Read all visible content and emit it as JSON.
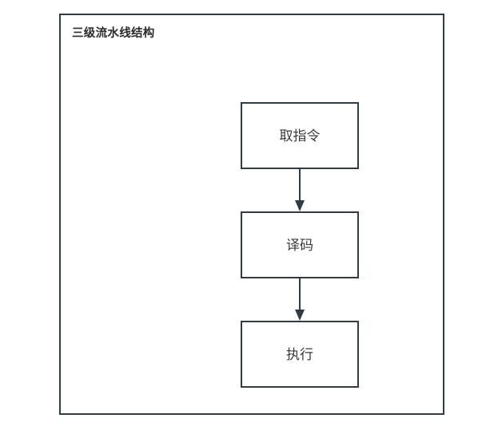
{
  "diagram": {
    "title": "三级流水线结构",
    "type": "flowchart",
    "orientation": "vertical",
    "colors": {
      "border": "#2f3b45",
      "background": "#ffffff",
      "title_text": "#2b2b2b",
      "node_text": "#3a3a3a",
      "arrow": "#2f3b45"
    },
    "nodes": [
      {
        "id": "fetch",
        "label": "取指令"
      },
      {
        "id": "decode",
        "label": "译码"
      },
      {
        "id": "execute",
        "label": "执行"
      }
    ],
    "edges": [
      {
        "from": "fetch",
        "to": "decode",
        "style": "solid-arrow",
        "label": ""
      },
      {
        "from": "decode",
        "to": "execute",
        "style": "solid-arrow",
        "label": ""
      }
    ]
  }
}
